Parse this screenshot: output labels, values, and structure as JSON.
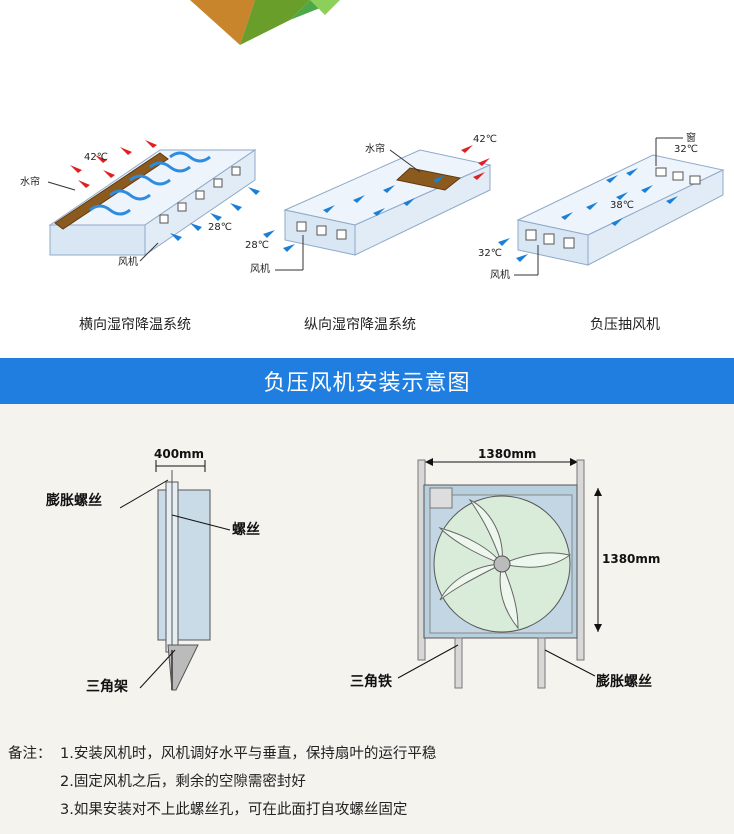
{
  "systems": [
    {
      "caption": "横向湿帘降温系统",
      "labels": {
        "curtain": "水帘",
        "hot": "42℃",
        "cool": "28℃",
        "fan": "风机"
      }
    },
    {
      "caption": "纵向湿帘降温系统",
      "labels": {
        "curtain": "水帘",
        "hot": "42℃",
        "cool": "28℃",
        "fan": "风机"
      }
    },
    {
      "caption": "负压抽风机",
      "labels": {
        "window": "窗",
        "win_temp": "32℃",
        "mid_temp": "38℃",
        "cool": "32℃",
        "fan": "风机"
      }
    }
  ],
  "banner": {
    "title": "负压风机安装示意图"
  },
  "side_view": {
    "width_dim": "400mm",
    "expansion_screw": "膨胀螺丝",
    "screw": "螺丝",
    "bracket": "三角架"
  },
  "front_view": {
    "width_dim": "1380mm",
    "height_dim": "1380mm",
    "angle_iron": "三角铁",
    "expansion_screw": "膨胀螺丝"
  },
  "notes": {
    "prefix": "备注：",
    "items": [
      "1.安装风机时，风机调好水平与垂直，保持扇叶的运行平稳",
      "2.固定风机之后，剩余的空隙需密封好",
      "3.如果安装对不上此螺丝孔，可在此面打自攻螺丝固定"
    ]
  },
  "colors": {
    "banner": "#1f7ee0",
    "panel": "#f5f3ee",
    "hot_arrow": "#e02020",
    "cool_arrow": "#1a7fd6",
    "curtain": "#8b5a1e",
    "fan_blade": "#d9ecd9"
  }
}
